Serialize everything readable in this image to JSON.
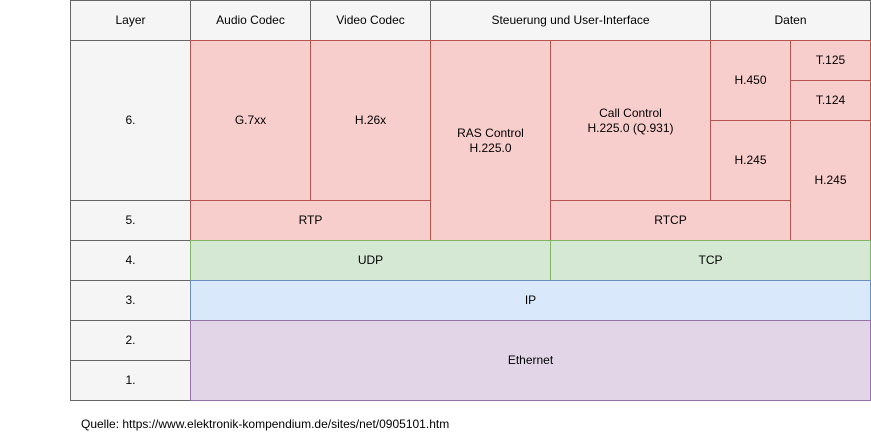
{
  "header": {
    "layer": "Layer",
    "audio_codec": "Audio Codec",
    "video_codec": "Video Codec",
    "control": "Steuerung und User-Interface",
    "data": "Daten"
  },
  "layers": {
    "l6": "6.",
    "l5": "5.",
    "l4": "4.",
    "l3": "3.",
    "l2": "2.",
    "l1": "1."
  },
  "protocols": {
    "g7xx": "G.7xx",
    "h26x": "H.26x",
    "ras": "RAS Control\nH.225.0",
    "call_control": "Call Control\nH.225.0 (Q.931)",
    "h450": "H.450",
    "t125": "T.125",
    "t124": "T.124",
    "h245_control": "H.245",
    "h245_data": "H.245",
    "rtp": "RTP",
    "rtcp": "RTCP",
    "udp": "UDP",
    "tcp": "TCP",
    "ip": "IP",
    "ethernet": "Ethernet"
  },
  "colors": {
    "session_fill": "#f8cecc",
    "transport_fill": "#d5e8d4",
    "network_fill": "#dae8fc",
    "link_fill": "#e1d5e7",
    "header_fill": "#f5f5f5"
  },
  "source": "Quelle: https://www.elektronik-kompendium.de/sites/net/0905101.htm"
}
